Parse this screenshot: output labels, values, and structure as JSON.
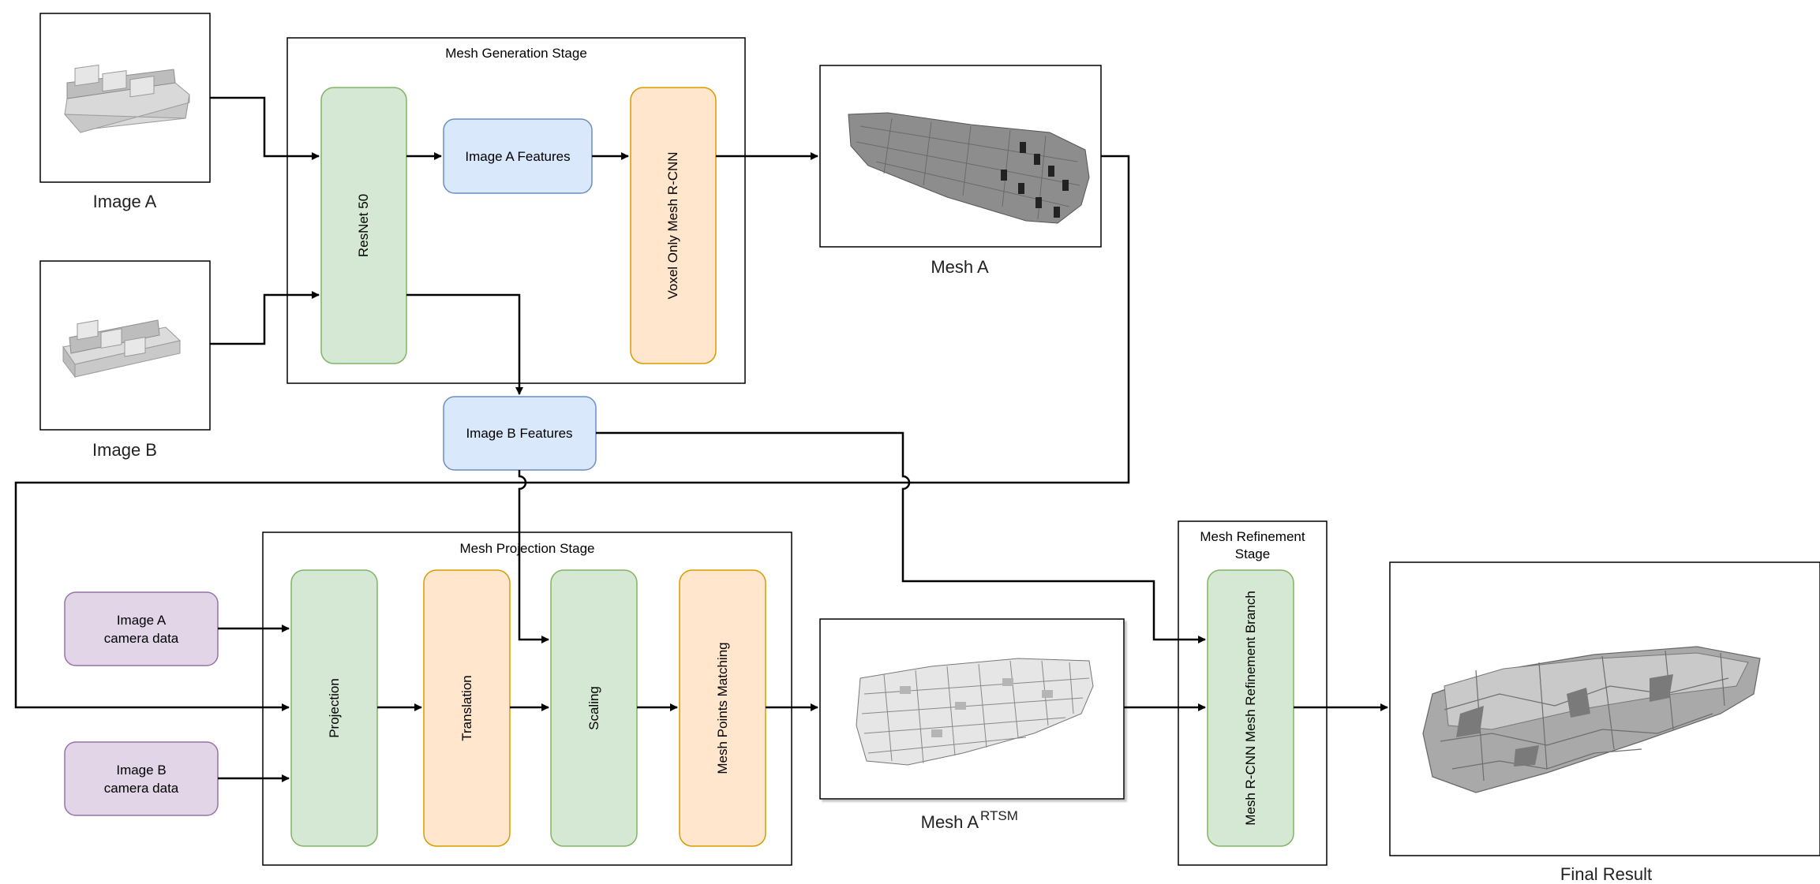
{
  "stages": {
    "generation": "Mesh Generation Stage",
    "projection": "Mesh Projection Stage",
    "refinement_line1": "Mesh Refinement",
    "refinement_line2": "Stage"
  },
  "inputs": {
    "image_a": "Image A",
    "image_b": "Image B",
    "camera_a_line1": "Image A",
    "camera_a_line2": "camera data",
    "camera_b_line1": "Image B",
    "camera_b_line2": "camera data"
  },
  "blocks": {
    "resnet": "ResNet 50",
    "image_a_features": "Image A Features",
    "voxel_mesh_rcnn": "Voxel Only Mesh R-CNN",
    "image_b_features": "Image B Features",
    "projection": "Projection",
    "translation": "Translation",
    "scaling": "Scaling",
    "mesh_points_matching": "Mesh Points Matching",
    "refinement_branch": "Mesh R-CNN Mesh Refinement Branch"
  },
  "outputs": {
    "mesh_a": "Mesh A",
    "mesh_a_rtsm_base": "Mesh A",
    "mesh_a_rtsm_sup": "RTSM",
    "final_result": "Final Result"
  },
  "colors": {
    "green_fill": "#d5e8d4",
    "green_stroke": "#82b366",
    "orange_fill": "#ffe6cc",
    "orange_stroke": "#d79b00",
    "blue_fill": "#dae8fc",
    "blue_stroke": "#6c8ebf",
    "purple_fill": "#e1d5e7",
    "purple_stroke": "#9673a6"
  }
}
